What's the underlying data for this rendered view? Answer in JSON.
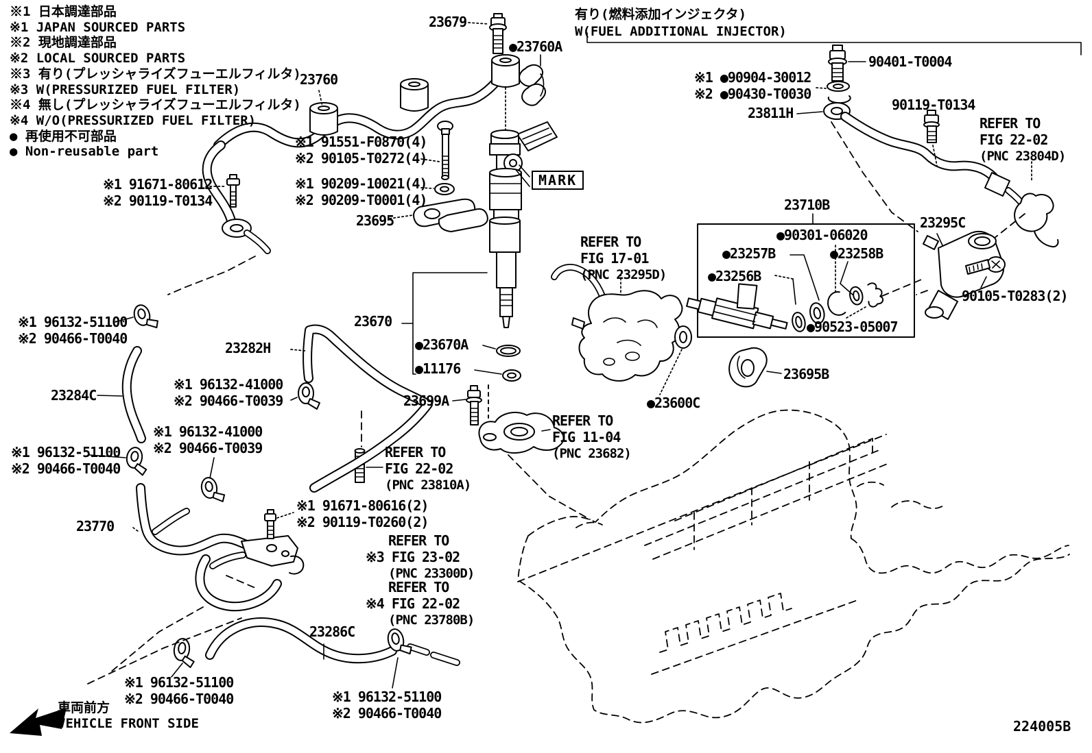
{
  "page": {
    "doc_number": "224005B",
    "ink": "#000000",
    "paper": "#ffffff"
  },
  "legend": {
    "lines": [
      "※1 日本調達部品",
      "※1 JAPAN SOURCED PARTS",
      "※2 現地調達部品",
      "※2 LOCAL SOURCED PARTS",
      "※3 有り(プレッシャライズフューエルフィルタ)",
      "※3 W(PRESSURIZED FUEL FILTER)",
      "※4 無し(プレッシャライズフューエルフィルタ)",
      "※4 W/O(PRESSURIZED FUEL FILTER)",
      "● 再使用不可部品",
      "● Non-reusable part"
    ]
  },
  "section_note": {
    "jp": "有り(燃料添加インジェクタ)",
    "en": "W(FUEL ADDITIONAL INJECTOR)"
  },
  "mark_label": "MARK",
  "labels": {
    "p23679": "23679",
    "p23760a": "●23760A",
    "p23760": "23760",
    "b91551": "※1 91551-F0870(4)",
    "b90105t0272": "※2 90105-T0272(4)",
    "b90209a": "※1 90209-10021(4)",
    "b90209b": "※2 90209-T0001(4)",
    "b91671_80612": "※1 91671-80612",
    "b90119t0134": "※2 90119-T0134",
    "p23695": "23695",
    "p90401": "90401-T0004",
    "b90904": "※1 ●90904-30012",
    "b90430": "※2 ●90430-T0030",
    "p23811h": "23811H",
    "p90119t0134": "90119-T0134",
    "p23710b": "23710B",
    "p23295c": "23295C",
    "p90301": "●90301-06020",
    "p23257b": "●23257B",
    "p23258b": "●23258B",
    "p23256b": "●23256B",
    "p90523": "●90523-05007",
    "p90105t0283": "90105-T0283(2)",
    "p23600c": "●23600C",
    "p23695b": "23695B",
    "p23670": "23670",
    "p23670a": "●23670A",
    "p11176": "●11176",
    "p23699a": "23699A",
    "c96132_51100": "※1 96132-51100",
    "c90466_t0040": "※2 90466-T0040",
    "p23282h": "23282H",
    "p23284c": "23284C",
    "c96132_41000": "※1 96132-41000",
    "c90466_t0039": "※2 90466-T0039",
    "b91671_80616": "※1 91671-80616(2)",
    "b90119t0260": "※2 90119-T0260(2)",
    "p23770": "23770",
    "p23286c": "23286C"
  },
  "refs": {
    "fig2202_23804d": [
      "REFER TO",
      "FIG 22-02",
      "(PNC 23804D)"
    ],
    "fig1701_23295d": [
      "REFER TO",
      "FIG 17-01",
      "(PNC 23295D)"
    ],
    "fig1104_23682": [
      "REFER TO",
      "FIG 11-04",
      "(PNC 23682)"
    ],
    "fig2202_23810a": [
      "REFER TO",
      "FIG 22-02",
      "(PNC 23810A)"
    ],
    "fig2302_23300d": [
      "REFER TO",
      "※3 FIG 23-02",
      "(PNC 23300D)"
    ],
    "fig2202_23780b": [
      "REFER TO",
      "※4 FIG 22-02",
      "(PNC 23780B)"
    ]
  },
  "footer": {
    "jp": "車両前方",
    "en": "VEHICLE FRONT SIDE"
  }
}
